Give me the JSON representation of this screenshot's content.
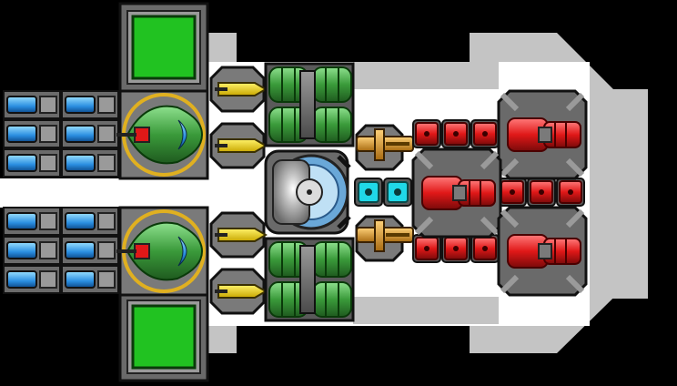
{
  "scene": {
    "title": "",
    "background_color": "#000000",
    "hull_color": "#c4c4c4",
    "deck_color": "#ffffff"
  },
  "modules": {
    "thrusters": [
      "thruster",
      "thruster",
      "thruster",
      "thruster",
      "thruster",
      "thruster",
      "thruster",
      "thruster",
      "thruster",
      "thruster",
      "thruster",
      "thruster"
    ],
    "green_pads": [
      "green-pad-top",
      "green-pad-bottom"
    ],
    "cockpits": [
      "cockpit-upper",
      "cockpit-lower"
    ],
    "yellow_guns": [
      "yellow-gun",
      "yellow-gun",
      "yellow-gun",
      "yellow-gun"
    ],
    "green_tanks": [
      "green-tank",
      "green-tank",
      "green-tank",
      "green-tank"
    ],
    "reactor": "reactor-core",
    "orange_guns": [
      "orange-gun-upper",
      "orange-gun-lower"
    ],
    "cyan_cells": [
      "cyan-cell",
      "cyan-cell"
    ],
    "red_small": [
      "red-box",
      "red-box",
      "red-box",
      "red-box",
      "red-box",
      "red-box",
      "red-box",
      "red-box",
      "red-box"
    ],
    "red_turrets": [
      "red-turret-top",
      "red-turret-mid",
      "red-turret-bottom"
    ],
    "colors": {
      "green": "#21c221",
      "blue": "#2a8ee0",
      "yellow": "#ffe000",
      "orange": "#e0a020",
      "cyan": "#20d8e8",
      "red": "#e01818",
      "gold_ring": "#e0b020"
    }
  }
}
